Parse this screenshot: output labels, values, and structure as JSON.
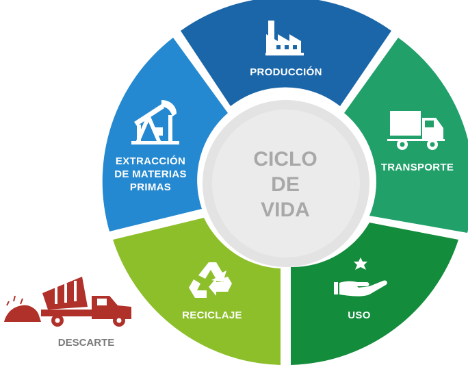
{
  "center": {
    "lines": [
      "CICLO",
      "DE",
      "VIDA"
    ]
  },
  "segments": [
    {
      "id": "produccion",
      "label_lines": [
        "PRODUCCIÓN"
      ],
      "icon": "factory-icon",
      "color": "#1b66a8"
    },
    {
      "id": "transporte",
      "label_lines": [
        "TRANSPORTE"
      ],
      "icon": "truck-icon",
      "color": "#21a06a"
    },
    {
      "id": "uso",
      "label_lines": [
        "USO"
      ],
      "icon": "hand-with-star-icon",
      "color": "#138c3b"
    },
    {
      "id": "reciclaje",
      "label_lines": [
        "RECICLAJE"
      ],
      "icon": "recycle-icon",
      "color": "#8dbf2a"
    },
    {
      "id": "extraccion",
      "label_lines": [
        "EXTRACCIÓN",
        "DE MATERIAS",
        "PRIMAS"
      ],
      "icon": "oil-pump-icon",
      "color": "#2489d0"
    }
  ],
  "descarte": {
    "label": "DESCARTE",
    "icon": "dump-truck-icon",
    "color": "#b0302a"
  }
}
